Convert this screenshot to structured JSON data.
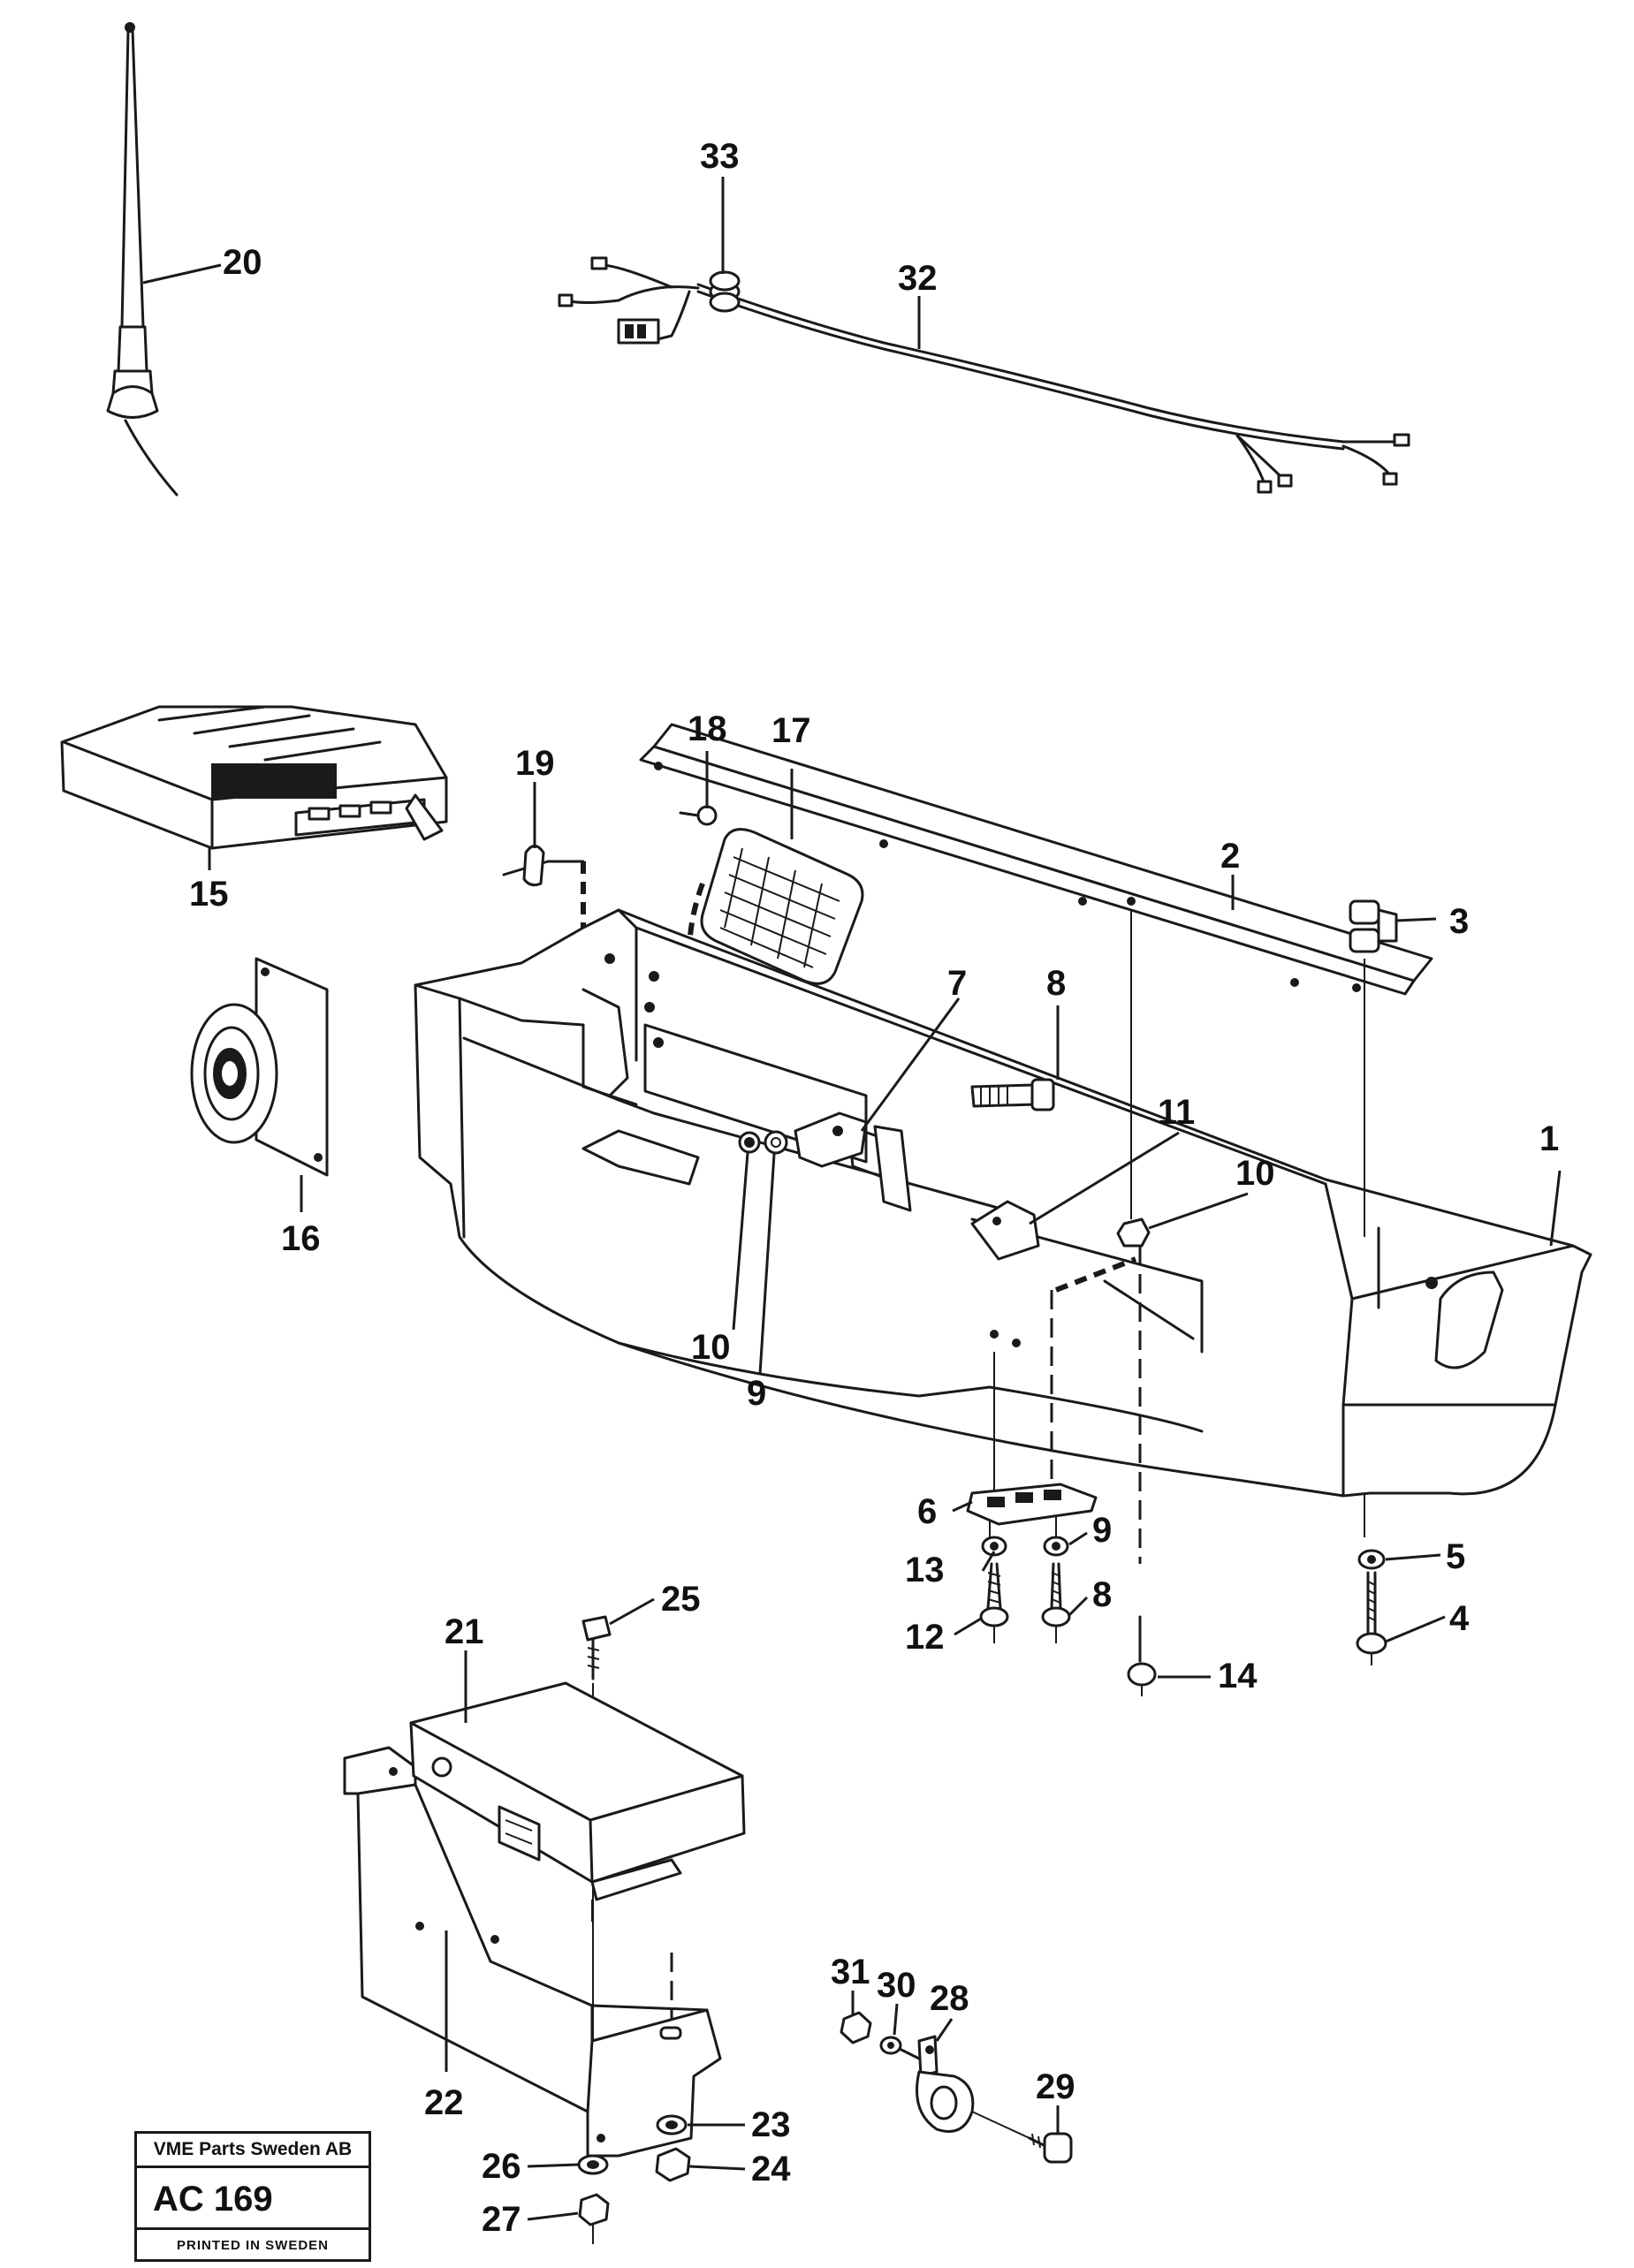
{
  "title_block": {
    "company": "VME Parts Sweden AB",
    "code": "AC 169",
    "printed": "PRINTED IN SWEDEN"
  },
  "callouts": {
    "c1": "1",
    "c2": "2",
    "c3": "3",
    "c4": "4",
    "c5": "5",
    "c6": "6",
    "c7": "7",
    "c8a": "8",
    "c8b": "8",
    "c9a": "9",
    "c9b": "9",
    "c10a": "10",
    "c10b": "10",
    "c11": "11",
    "c12": "12",
    "c13": "13",
    "c14": "14",
    "c15": "15",
    "c16": "16",
    "c17": "17",
    "c18": "18",
    "c19": "19",
    "c20": "20",
    "c21": "21",
    "c22": "22",
    "c23": "23",
    "c24": "24",
    "c25": "25",
    "c26": "26",
    "c27": "27",
    "c28": "28",
    "c29": "29",
    "c30": "30",
    "c31": "31",
    "c32": "32",
    "c33": "33"
  }
}
